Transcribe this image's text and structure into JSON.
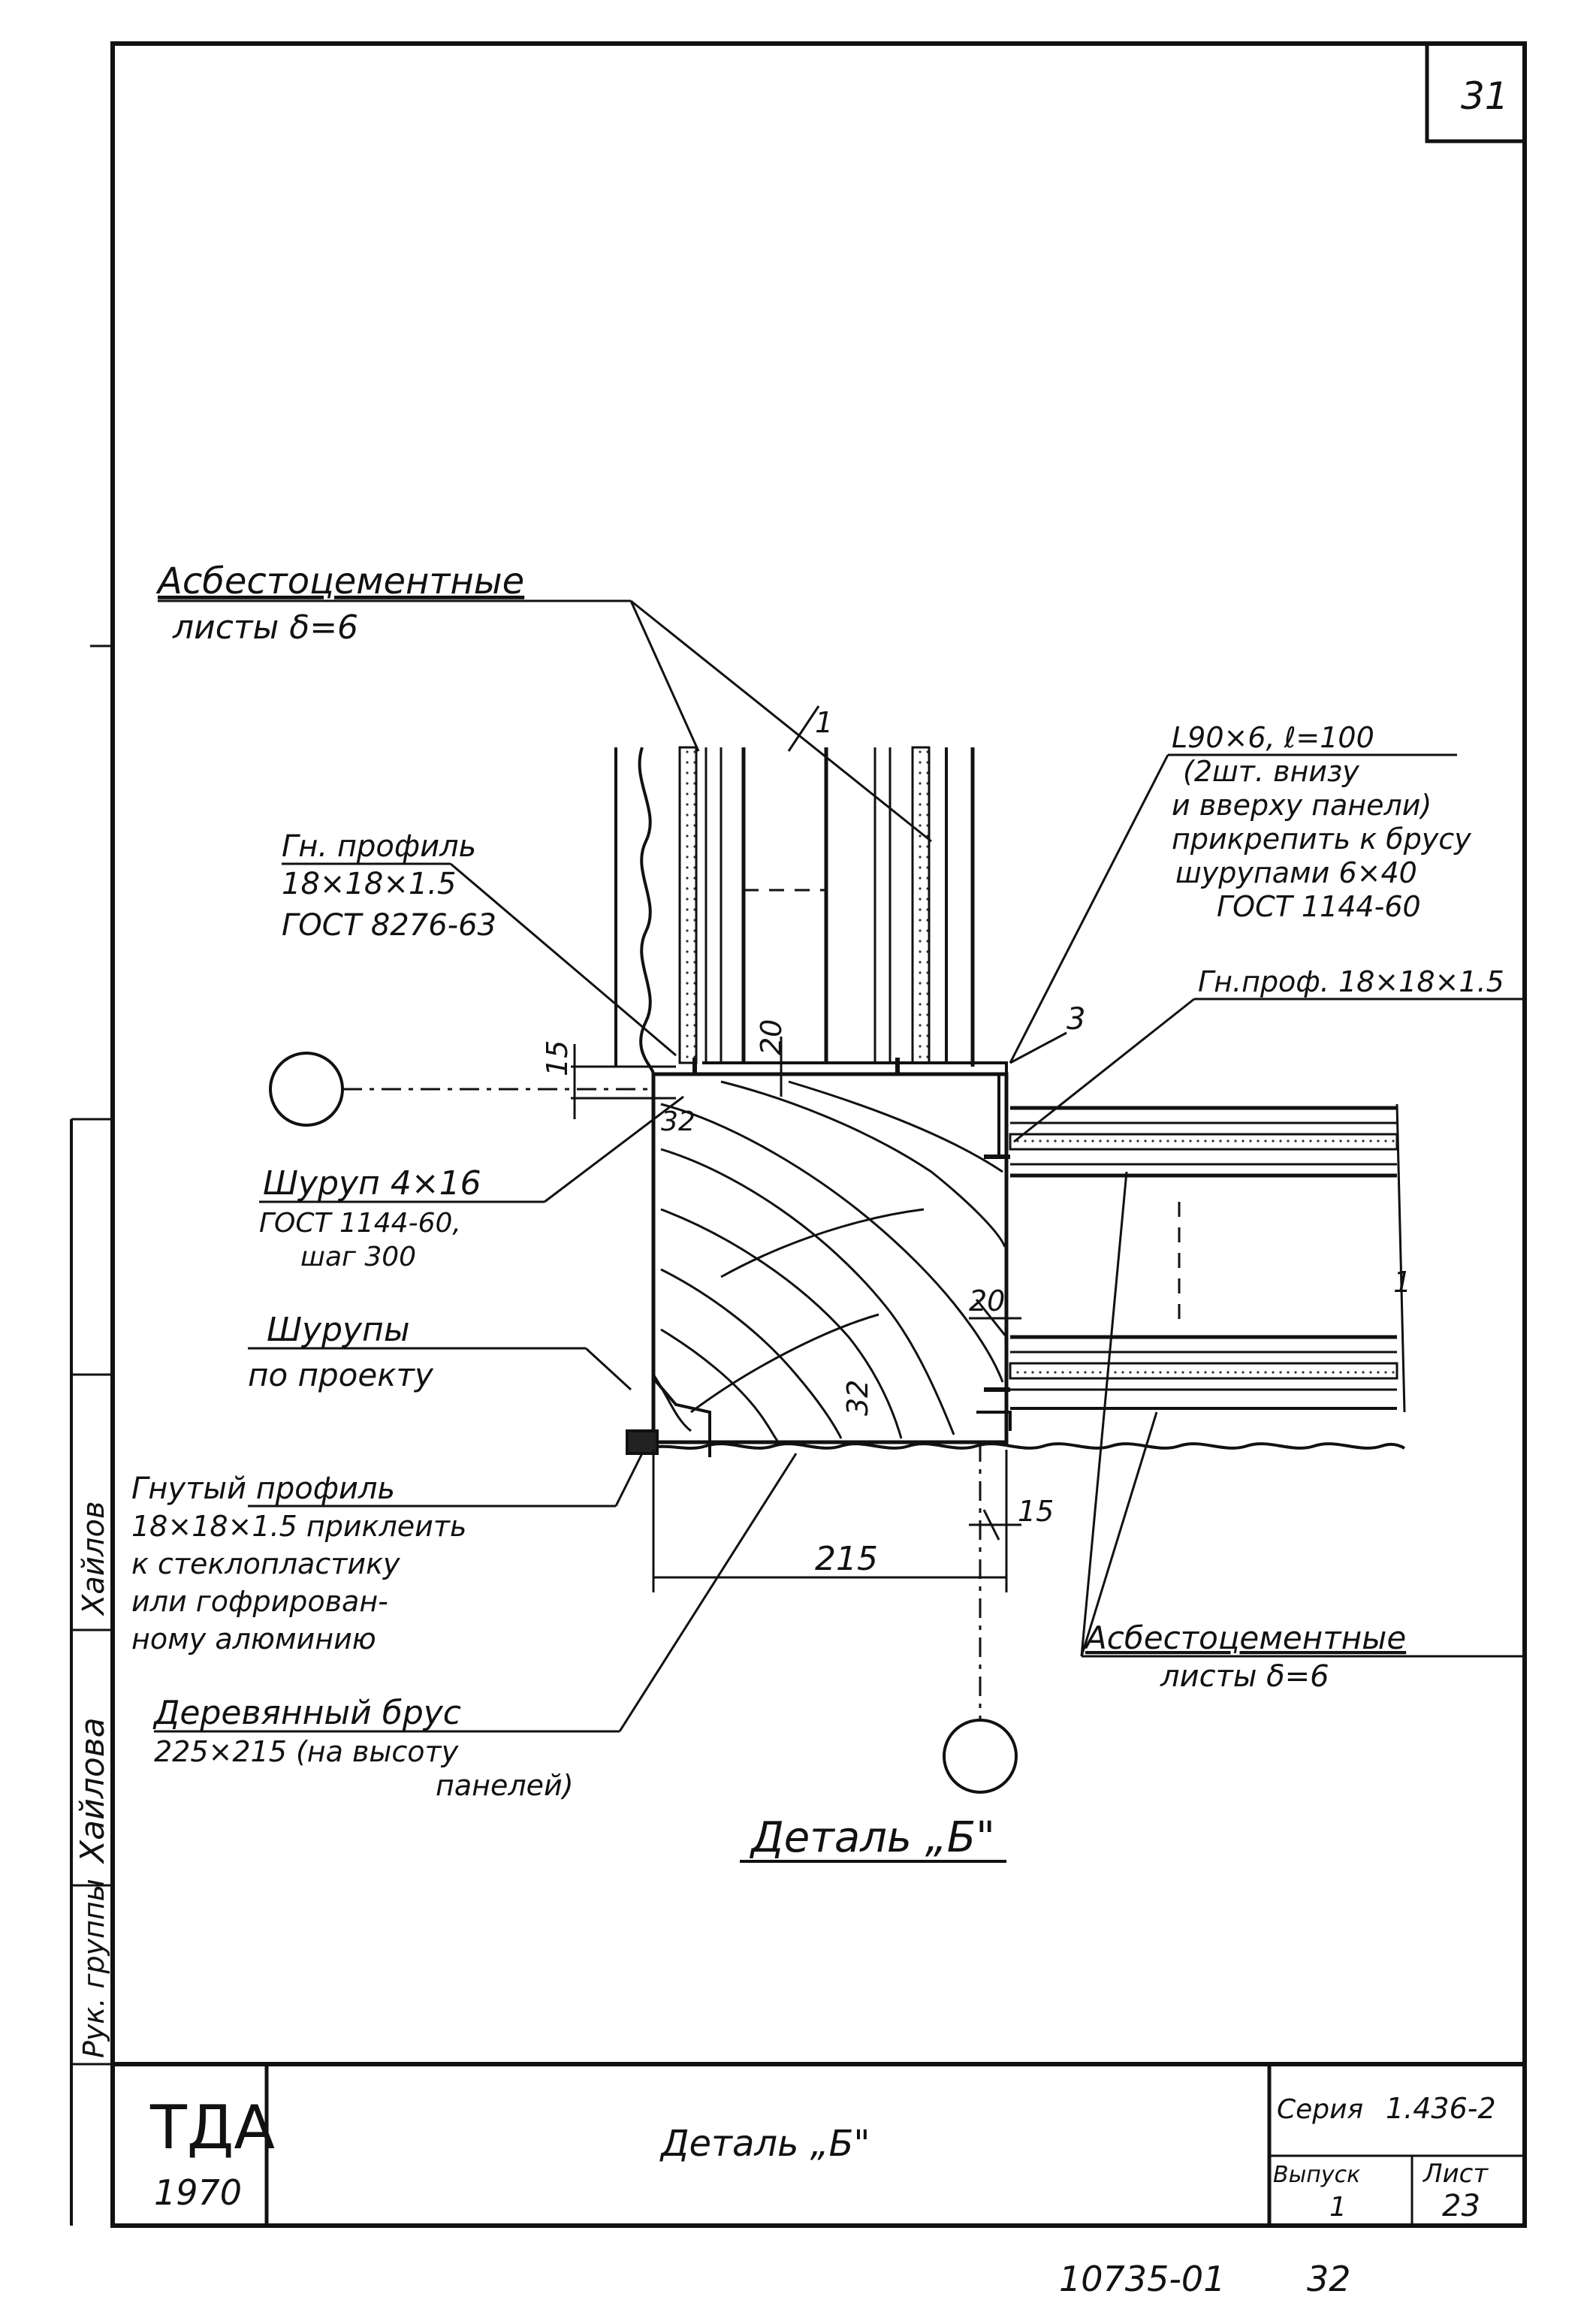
{
  "sheet": {
    "page_number": "31",
    "title": "Деталь „Б\"",
    "organization": "ТДА",
    "year": "1970",
    "series_label": "Серия",
    "series_value": "1.436-2",
    "issue_label": "Выпуск",
    "issue_value": "1",
    "sheet_label": "Лист",
    "sheet_value": "23",
    "archive_number": "10735-01",
    "archive_page": "32"
  },
  "side_stamp": {
    "role": "Рук. группы",
    "name": "Хайлова",
    "signature": "Хайлов"
  },
  "callouts": {
    "asbestos_top_title": "Асбестоцементные",
    "asbestos_top_sub": "листы δ=6",
    "angle_1": "L90×6, ℓ=100",
    "angle_2": "(2шт. внизу",
    "angle_3": "и вверху панели)",
    "angle_4": "прикрепить к брусу",
    "angle_5": "шурупами 6×40",
    "angle_6": "ГОСТ 1144-60",
    "gn_profile_title": "Гн. профиль",
    "gn_profile_size": "18×18×1.5",
    "gn_profile_gost": "ГОСТ 8276-63",
    "gn_prof_right": "Гн.проф. 18×18×1.5",
    "screw_title": "Шуруп 4×16",
    "screw_gost": "ГОСТ 1144-60,",
    "screw_step": "шаг 300",
    "screws_title": "Шурупы",
    "screws_sub": "по проекту",
    "bent_title": "Гнутый профиль",
    "bent_1": "18×18×1.5 приклеить",
    "bent_2": "к стеклопластику",
    "bent_3": "или гофрирован-",
    "bent_4": "ному алюминию",
    "asbestos_bottom_title": "Асбестоцементные",
    "asbestos_bottom_sub": "листы δ=6",
    "beam_title": "Деревянный брус",
    "beam_1": "225×215 (на высоту",
    "beam_2": "панелей)",
    "detail_caption": "Деталь „Б\""
  },
  "dimensions": {
    "d15_top": "15",
    "d20_top": "20",
    "d3": "3",
    "d32_top": "32",
    "d20_right": "20",
    "d32_right": "32",
    "d15_bottom": "15",
    "d215": "215",
    "d1_top": "1",
    "d1_right": "1"
  }
}
